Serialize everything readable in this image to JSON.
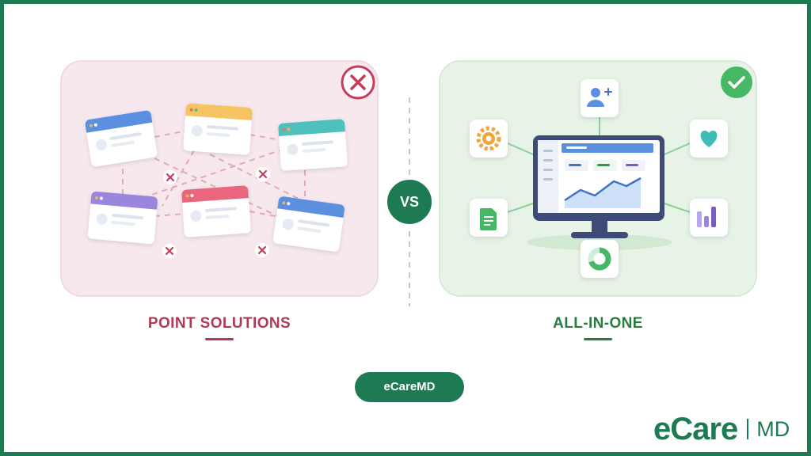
{
  "left_panel": {
    "title": "POINT SOLUTIONS",
    "status_icon": "close-icon"
  },
  "center": {
    "vs_label": "VS"
  },
  "right_panel": {
    "title": "ALL-IN-ONE",
    "status_icon": "check-icon"
  },
  "footer": {
    "pill_label": "eCareMD"
  },
  "logo": {
    "main": "eCare",
    "suffix": "MD"
  },
  "colors": {
    "brand_green": "#1e7a52",
    "left_accent": "#b23a55",
    "right_accent": "#2a7b3f",
    "left_bg": "#f7e8ee",
    "right_bg": "#e6f3e6"
  },
  "icons": [
    "close-icon",
    "check-icon",
    "user-add-icon",
    "gear-icon",
    "heart-icon",
    "document-icon",
    "bar-chart-icon",
    "pie-chart-icon",
    "monitor-icon"
  ]
}
